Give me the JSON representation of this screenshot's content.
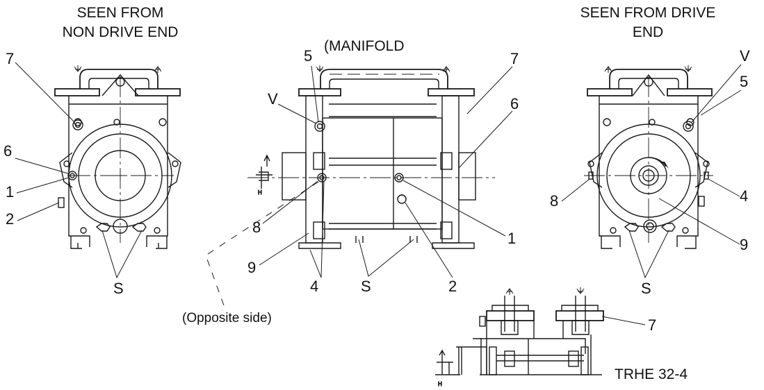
{
  "titles": {
    "left_line1": "SEEN FROM",
    "left_line2": "NON DRIVE END",
    "middle": "(MANIFOLD",
    "right_line1": "SEEN FROM DRIVE",
    "right_line2": "END",
    "bottom": "TRHE 32-4"
  },
  "labels": {
    "left_7": "7",
    "left_6": "6",
    "left_1": "1",
    "left_2": "2",
    "left_S": "S",
    "mid_5": "5",
    "mid_V": "V",
    "mid_7": "7",
    "mid_6": "6",
    "mid_8": "8",
    "mid_9": "9",
    "mid_4": "4",
    "mid_S": "S",
    "mid_2": "2",
    "mid_1": "1",
    "opposite": "(Opposite side)",
    "right_V": "V",
    "right_5": "5",
    "right_8": "8",
    "right_4": "4",
    "right_9": "9",
    "right_S": "S",
    "bottom_7": "7"
  }
}
